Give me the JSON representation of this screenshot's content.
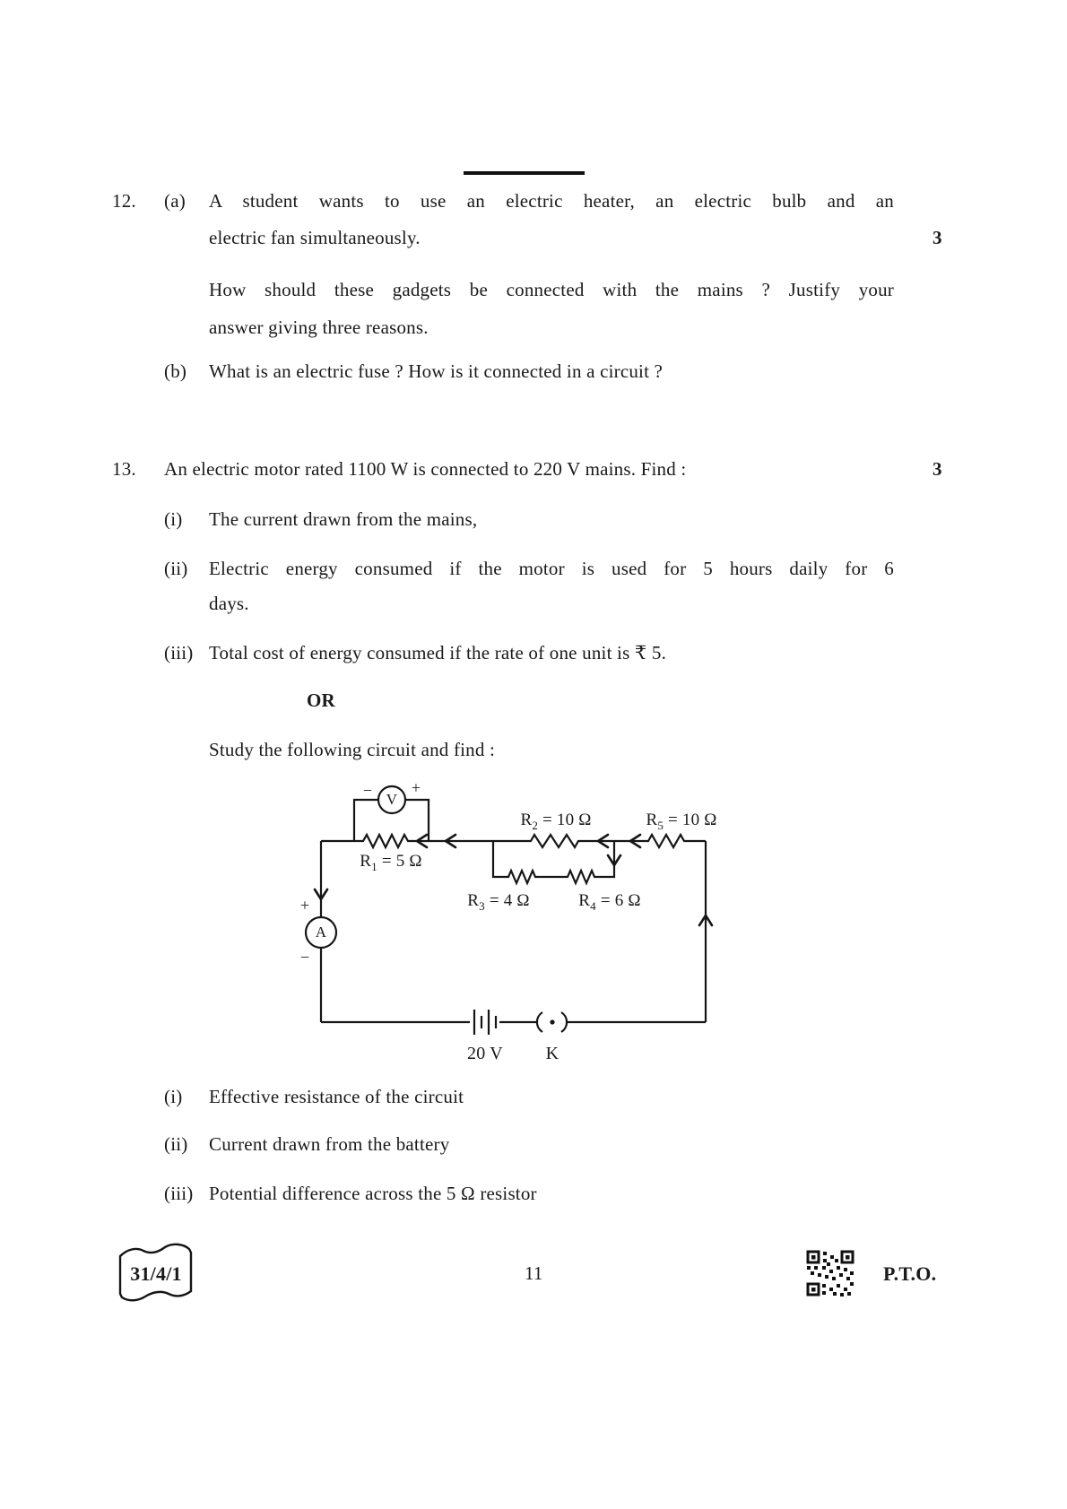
{
  "q12": {
    "number": "12.",
    "marks": "3",
    "a_label": "(a)",
    "a_line1": "A student wants to use an electric heater, an electric bulb and an",
    "a_line2": "electric fan simultaneously.",
    "a_line3": "How should these gadgets be connected with the mains ? Justify your",
    "a_line4": "answer giving three reasons.",
    "b_label": "(b)",
    "b_text": "What is an electric fuse ? How is it connected in a circuit ?"
  },
  "q13": {
    "number": "13.",
    "marks": "3",
    "intro": "An electric motor rated 1100 W is connected to 220 V mains. Find :",
    "i_label": "(i)",
    "i_text": "The current drawn from the mains,",
    "ii_label": "(ii)",
    "ii_line1": "Electric energy consumed if the motor is used for 5 hours daily for 6",
    "ii_line2": "days.",
    "iii_label": "(iii)",
    "iii_text": "Total cost of energy consumed if the rate of one unit is ₹ 5.",
    "or_label": "OR",
    "alt_intro": "Study the following circuit and find :",
    "alt_i_label": "(i)",
    "alt_i_text": "Effective resistance of the circuit",
    "alt_ii_label": "(ii)",
    "alt_ii_text": "Current drawn from the battery",
    "alt_iii_label": "(iii)",
    "alt_iii_text": "Potential difference across the 5 Ω resistor"
  },
  "circuit": {
    "voltmeter": "V",
    "ammeter": "A",
    "v_minus": "−",
    "v_plus": "+",
    "a_plus": "+",
    "a_minus": "−",
    "battery_label": "20 V",
    "key_label": "K",
    "r1": {
      "name": "R",
      "sub": "1",
      "val": "= 5 Ω"
    },
    "r2": {
      "name": "R",
      "sub": "2",
      "val": "= 10 Ω"
    },
    "r3": {
      "name": "R",
      "sub": "3",
      "val": "= 4 Ω"
    },
    "r4": {
      "name": "R",
      "sub": "4",
      "val": "= 6 Ω"
    },
    "r5": {
      "name": "R",
      "sub": "5",
      "val": "= 10 Ω"
    }
  },
  "footer": {
    "paper_code": "31/4/1",
    "page_number": "11",
    "pto": "P.T.O."
  }
}
